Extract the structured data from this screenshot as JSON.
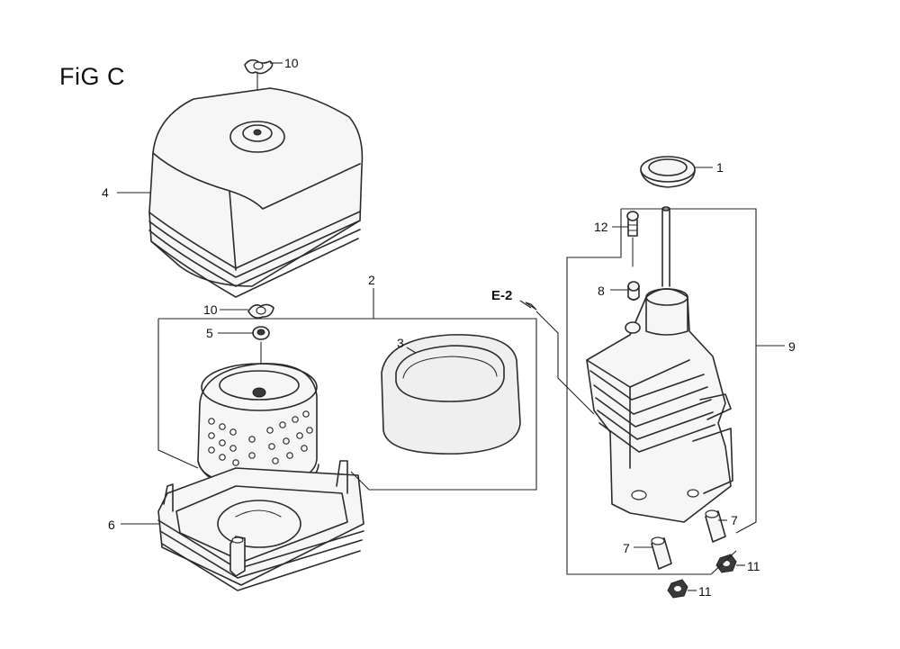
{
  "figure": {
    "title": "FiG C"
  },
  "callouts": {
    "c1": "1",
    "c2": "2",
    "c3": "3",
    "c4": "4",
    "c5": "5",
    "c6": "6",
    "c7a": "7",
    "c7b": "7",
    "c8": "8",
    "c9": "9",
    "c10a": "10",
    "c10b": "10",
    "c11a": "11",
    "c11b": "11",
    "c12": "12"
  },
  "reference": {
    "label": "E-2"
  }
}
